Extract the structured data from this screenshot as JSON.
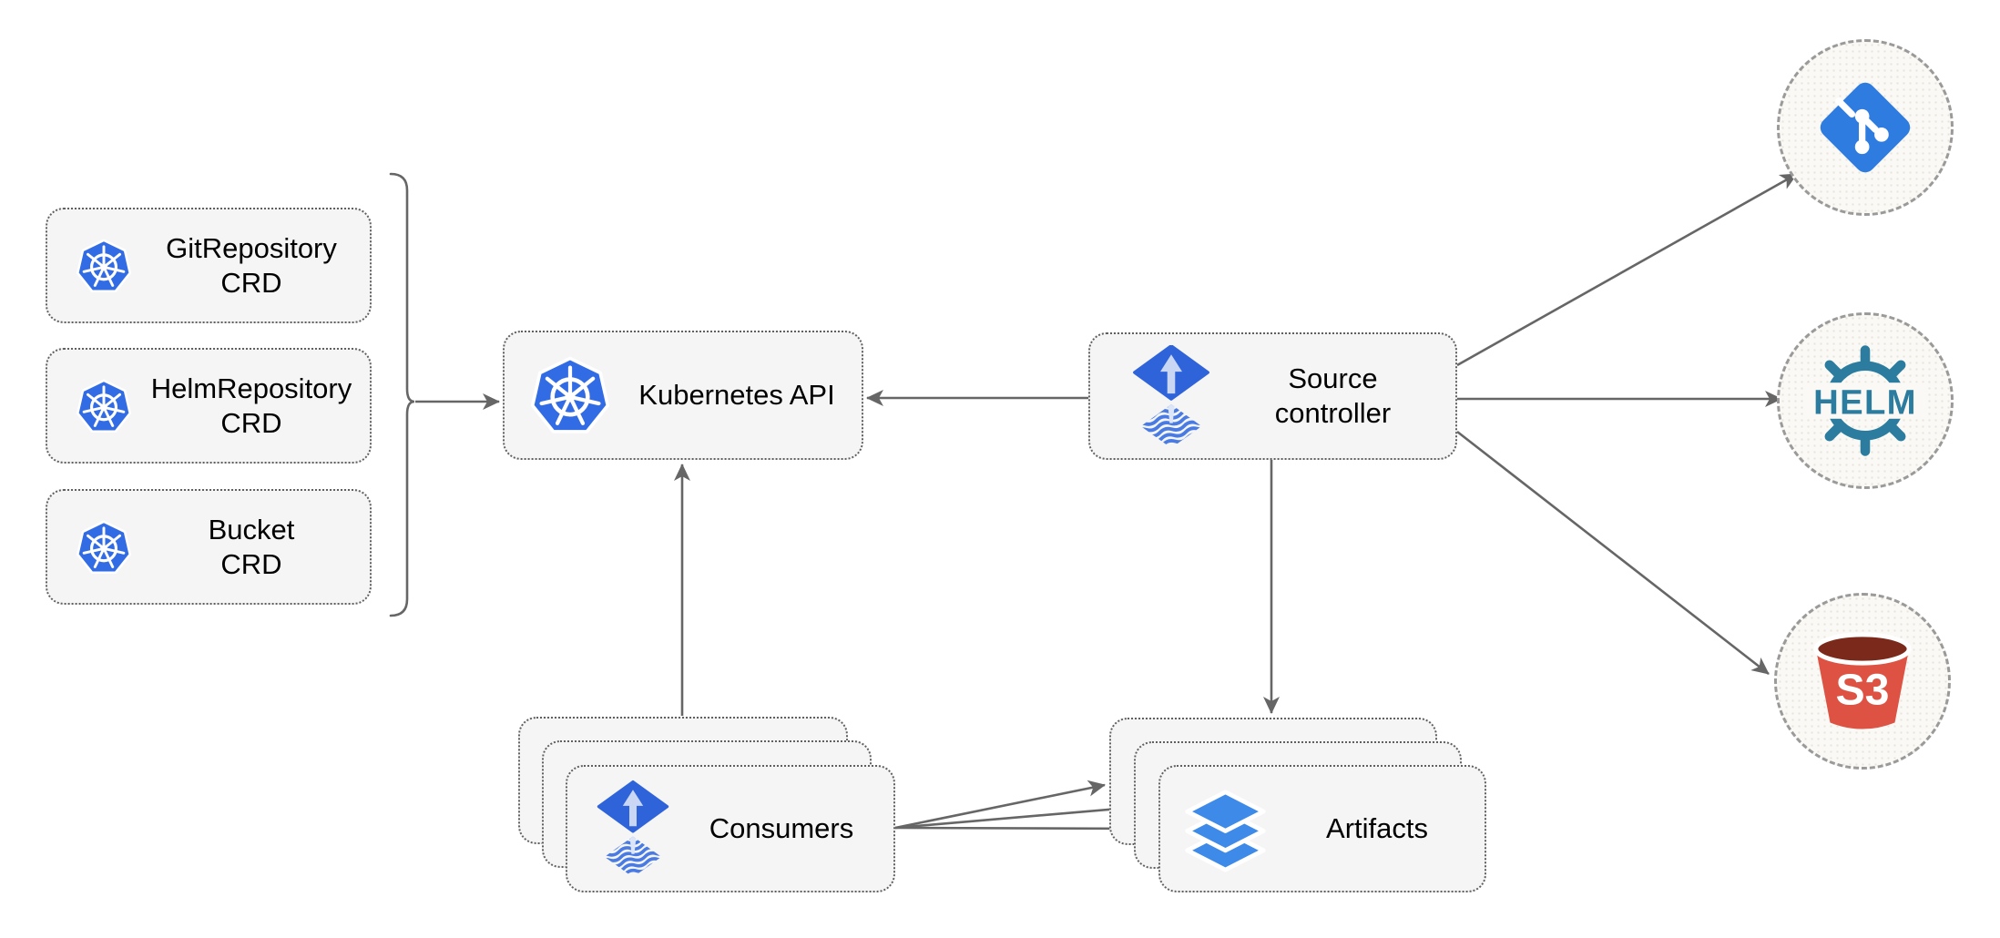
{
  "diagram": {
    "crd_boxes": [
      {
        "label": "GitRepository\nCRD"
      },
      {
        "label": "HelmRepository\nCRD"
      },
      {
        "label": "Bucket\nCRD"
      }
    ],
    "kubernetes_api": {
      "label": "Kubernetes API"
    },
    "source_controller": {
      "label": "Source\ncontroller"
    },
    "consumers": {
      "label": "Consumers"
    },
    "artifacts": {
      "label": "Artifacts"
    },
    "endpoints": {
      "helm": {
        "label": "HELM"
      },
      "s3": {
        "label": "S3"
      }
    },
    "colors": {
      "kubernetes_blue": "#326CE5",
      "flux_blue": "#2E63D9",
      "flux_light_arrow": "#C9D7F4",
      "flux_stripe_blue": "#4A7BE3",
      "artifacts_blue": "#3D8AE8",
      "git_blue": "#2F7CE0",
      "helm_teal": "#2B7C9E",
      "s3_red": "#DD5243",
      "s3_dark_red": "#7B291B",
      "connector_gray": "#666666",
      "node_fill": "#F5F5F5",
      "node_border": "#606060",
      "endpoint_border": "#9A9A9A"
    }
  }
}
